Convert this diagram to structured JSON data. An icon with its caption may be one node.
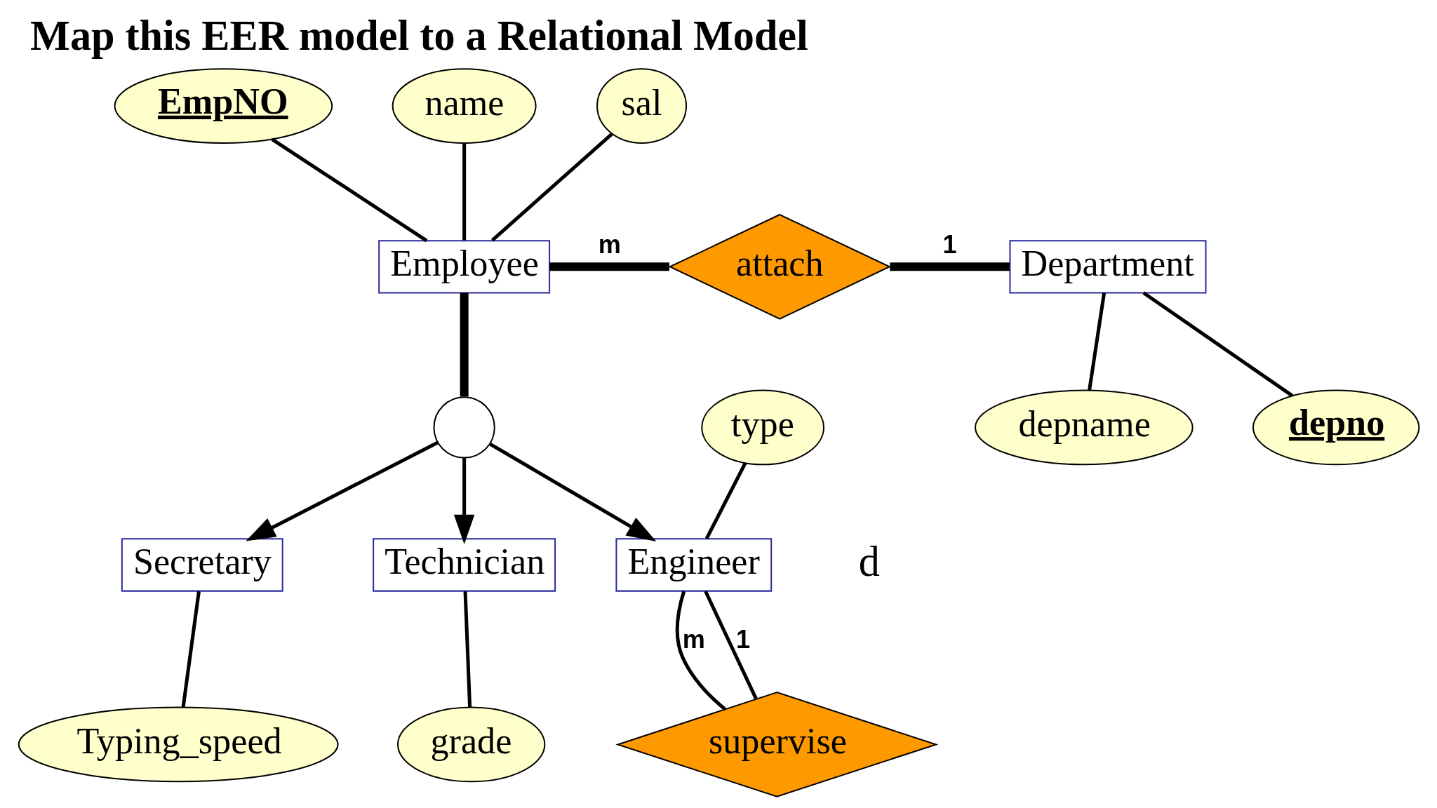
{
  "diagram": {
    "title": "Map this EER model to a Relational Model",
    "nodes": [
      {
        "text": [
          "EmpNO"
        ]
      },
      {
        "text": [
          "name"
        ]
      },
      {
        "text": [
          "sal"
        ]
      },
      {
        "text": [
          "Employee"
        ]
      },
      {
        "text": [
          "attach"
        ]
      },
      {
        "text": [
          "Department"
        ]
      },
      {
        "text": [
          "depno"
        ]
      },
      {
        "text": [
          "depname"
        ]
      },
      {
        "text": [
          "type"
        ]
      },
      {
        "text": [],
        "shape": "circle"
      },
      {
        "text": [
          "Engineer"
        ]
      },
      {
        "text": [
          "Technician"
        ]
      },
      {
        "text": [
          "Secretary"
        ]
      },
      {
        "text": [
          "supervise"
        ]
      },
      {
        "text": [
          "grade"
        ]
      },
      {
        "text": [
          "Typing_speed"
        ]
      }
    ],
    "edges": [
      {
        "from": 0,
        "to": 3,
        "arrow": "none"
      },
      {
        "from": 1,
        "to": 3,
        "arrow": "none"
      },
      {
        "from": 2,
        "to": 3,
        "arrow": "none"
      },
      {
        "from": 3,
        "to": 4,
        "arrow": "none",
        "label": "m",
        "style": "thick"
      },
      {
        "from": 4,
        "to": 5,
        "arrow": "none",
        "label": "1",
        "style": "thick"
      },
      {
        "from": 5,
        "to": 6,
        "arrow": "none"
      },
      {
        "from": 5,
        "to": 7,
        "arrow": "none"
      },
      {
        "from": 3,
        "to": 9,
        "arrow": "none",
        "style": "thick"
      },
      {
        "from": 9,
        "to": 10,
        "arrow": "to"
      },
      {
        "from": 9,
        "to": 11,
        "arrow": "to"
      },
      {
        "from": 9,
        "to": 12,
        "arrow": "to"
      },
      {
        "from": 8,
        "to": 10,
        "arrow": "none"
      },
      {
        "from": 10,
        "to": 13,
        "arrow": "none",
        "label": "m"
      },
      {
        "from": 13,
        "to": 10,
        "arrow": "none",
        "label": "1"
      },
      {
        "from": 11,
        "to": 14,
        "arrow": "none"
      },
      {
        "from": 12,
        "to": 15,
        "arrow": "none"
      }
    ],
    "labels": [
      "d"
    ]
  }
}
